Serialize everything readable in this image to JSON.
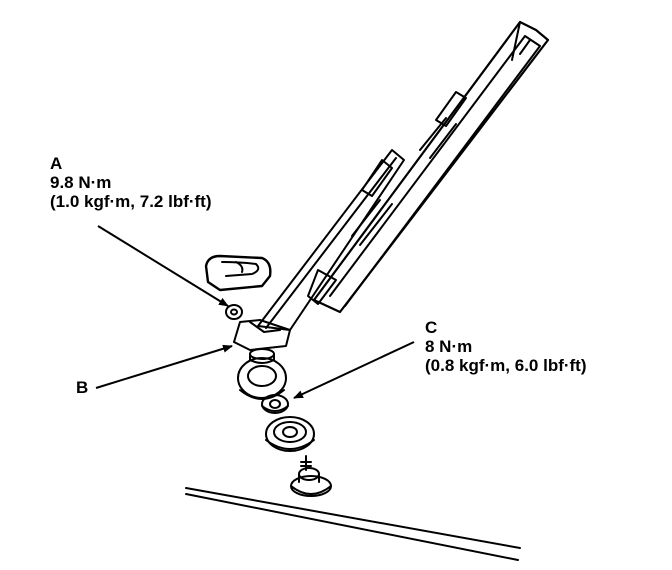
{
  "callouts": {
    "a": {
      "letter": "A",
      "torque_nm": "9.8 N·m",
      "torque_alt": "(1.0 kgf·m, 7.2 lbf·ft)"
    },
    "b": {
      "letter": "B"
    },
    "c": {
      "letter": "C",
      "torque_nm": "8 N·m",
      "torque_alt": "(0.8 kgf·m, 6.0 lbf·ft)"
    }
  },
  "parts": {
    "wiper_arm": "wiper-arm",
    "wiper_blade": "wiper-blade",
    "cap": "pivot-cap",
    "nut_a": "nut",
    "pivot_base": "pivot-base",
    "grommet": "grommet",
    "nut_c": "nut",
    "seal": "seal",
    "motor_shaft": "wiper-motor-shaft"
  },
  "colors": {
    "line": "#000000",
    "background": "#ffffff"
  }
}
